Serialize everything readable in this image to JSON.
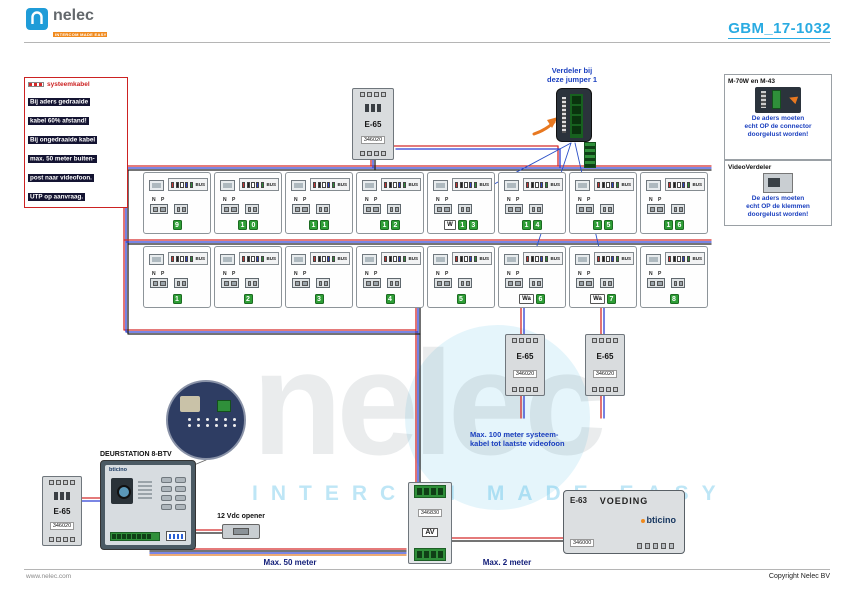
{
  "header": {
    "brand": "nelec",
    "tagline": "INTERCOM MADE EASY",
    "doc_id": "GBM_17-1032"
  },
  "footer": {
    "site": "www.nelec.com",
    "copyright": "Copyright Nelec BV"
  },
  "watermark": {
    "word": "nelec",
    "tagline": "INTERCOM MADE EASY"
  },
  "note_box": {
    "title": "systeemkabel",
    "lines": [
      "Bij aders gedraaide",
      "kabel 60% afstand!",
      "Bij ongedraaide kabel",
      "max. 50 meter buiten-",
      "post naar videofoon.",
      "UTP op aanvraag."
    ]
  },
  "annotations": {
    "jumper_line1": "Verdeler bij",
    "jumper_line2": "deze jumper 1",
    "max100_line1": "Max. 100 meter systeem-",
    "max100_line2": "kabel tot laatste videofoon",
    "max50": "Max. 50 meter",
    "max2": "Max. 2 meter",
    "opener": "12 Vdc opener"
  },
  "right_panel": {
    "box1_title": "M-70W en M-43",
    "box1_warning": [
      "De aders moeten",
      "echt OP de connector",
      "doorgelust worden!"
    ],
    "box2_title": "VideoVerdeler",
    "box2_warning": [
      "De aders moeten",
      "echt OP de klemmen",
      "doorgelust worden!"
    ]
  },
  "modules": {
    "e65_top": {
      "name": "E-65",
      "code": "346020"
    },
    "e65_mid_left": {
      "name": "E-65",
      "code": "346020"
    },
    "e65_mid_right": {
      "name": "E-65",
      "code": "346020"
    },
    "e65_bottom_left": {
      "name": "E-65",
      "code": "346020"
    },
    "distributor": {
      "code": "346830",
      "badge": "AV"
    },
    "power_supply": {
      "name": "E-63",
      "title": "VOEDING",
      "code": "346000",
      "brand": "bticino"
    },
    "door_station": {
      "title": "DEURSTATION 8-BTV",
      "brand": "bticino"
    }
  },
  "unit_labels": {
    "bus": "BUS",
    "np": "N P"
  },
  "units": [
    {
      "number": "9"
    },
    {
      "number": "10"
    },
    {
      "number": "11"
    },
    {
      "number": "12"
    },
    {
      "number": "13",
      "w": "W"
    },
    {
      "number": "14"
    },
    {
      "number": "15"
    },
    {
      "number": "16"
    },
    {
      "number": "1"
    },
    {
      "number": "2"
    },
    {
      "number": "3"
    },
    {
      "number": "4"
    },
    {
      "number": "5"
    },
    {
      "number": "6",
      "w": "Wa"
    },
    {
      "number": "7",
      "w": "Wa"
    },
    {
      "number": "8"
    }
  ],
  "colors": {
    "accent": "#29abe2",
    "annotation_blue": "#1a3fbf",
    "wire_red": "#d42a2a",
    "wire_blue": "#2b3fd4",
    "wire_black": "#222222",
    "wire_orange": "#e07820",
    "badge_green": "#2e9e36"
  }
}
